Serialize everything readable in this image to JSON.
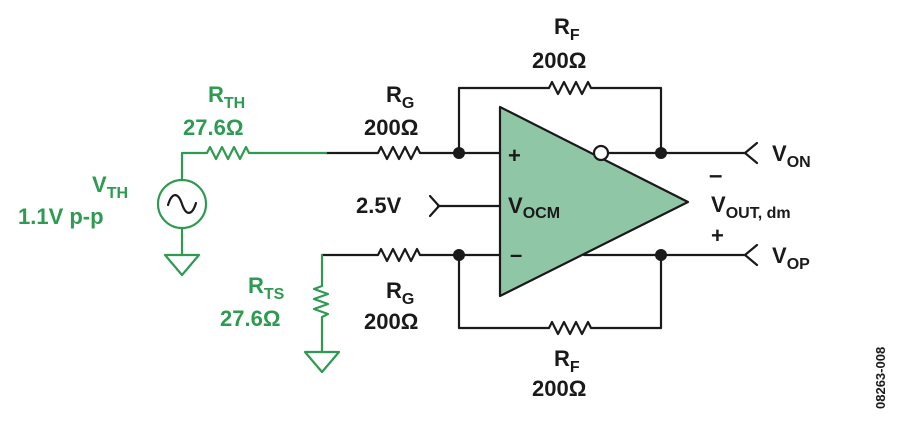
{
  "colors": {
    "wire": "#1a1a1a",
    "source_network": "#2e9a52",
    "amp_fill": "#8fc7a6"
  },
  "source": {
    "name": "V",
    "sub": "TH",
    "value": "1.1V p-p",
    "icon": "sine-source-icon"
  },
  "rth": {
    "name": "R",
    "sub": "TH",
    "value": "27.6Ω"
  },
  "rts": {
    "name": "R",
    "sub": "TS",
    "value": "27.6Ω"
  },
  "rg_top": {
    "name": "R",
    "sub": "G",
    "value": "200Ω"
  },
  "rg_bot": {
    "name": "R",
    "sub": "G",
    "value": "200Ω"
  },
  "rf_top": {
    "name": "R",
    "sub": "F",
    "value": "200Ω"
  },
  "rf_bot": {
    "name": "R",
    "sub": "F",
    "value": "200Ω"
  },
  "amp": {
    "plus": "+",
    "minus": "–",
    "vocm_name": "V",
    "vocm_sub": "OCM",
    "vocm_input": "2.5V"
  },
  "outputs": {
    "von_name": "V",
    "von_sub": "ON",
    "vop_name": "V",
    "vop_sub": "OP",
    "vout_name": "V",
    "vout_sub": "OUT, dm",
    "minus": "–",
    "plus": "+"
  },
  "figure_id": "08263-008"
}
